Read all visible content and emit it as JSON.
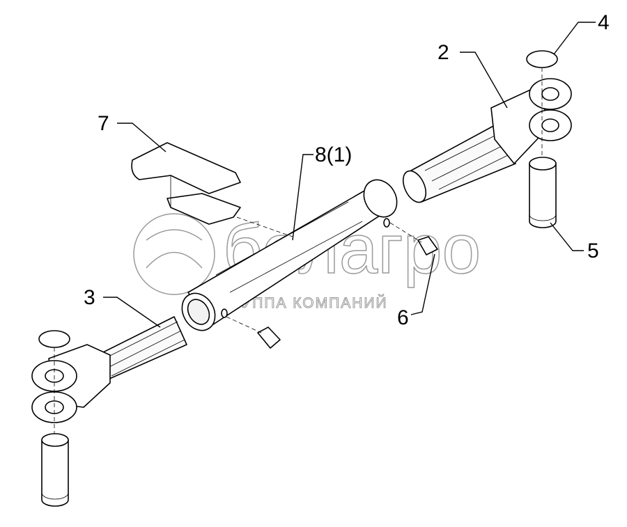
{
  "diagram": {
    "callouts": [
      {
        "id": "4",
        "label": "4"
      },
      {
        "id": "2",
        "label": "2"
      },
      {
        "id": "7",
        "label": "7"
      },
      {
        "id": "8",
        "label": "8(1)"
      },
      {
        "id": "5",
        "label": "5"
      },
      {
        "id": "3",
        "label": "3"
      },
      {
        "id": "6",
        "label": "6"
      }
    ],
    "watermark": {
      "brand": "белагро",
      "tagline": "ГРУППА КОМПАНИЙ"
    }
  }
}
